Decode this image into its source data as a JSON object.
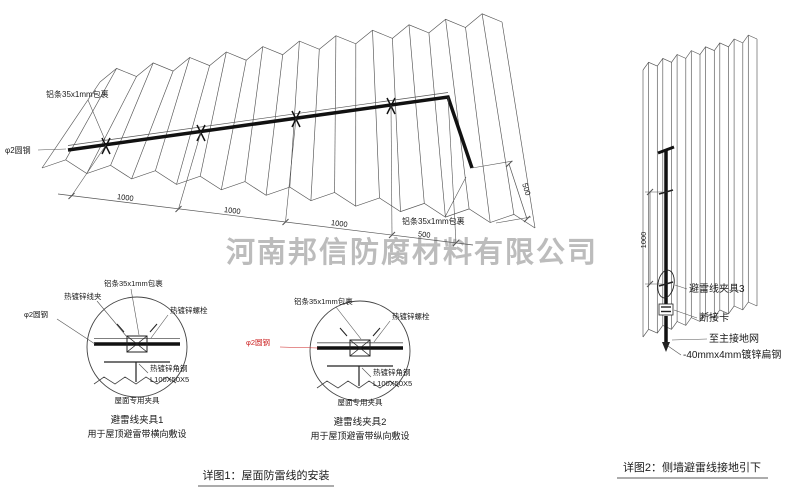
{
  "watermark": "河南邦信防腐材料有限公司",
  "colors": {
    "line": "#3a3a3a",
    "red": "#cc2222",
    "watermark": "#b5b5b5"
  },
  "figure1": {
    "caption": "详图1：屋面防雷线的安装",
    "labels": {
      "strip_top": "铝条35x1mm包裹",
      "strip_right": "铝条35x1mm包裹",
      "rod": "φ2圆钢"
    },
    "dims": [
      "1000",
      "1000",
      "1000",
      "500"
    ],
    "dim_right": "500",
    "detail1": {
      "title": "避雷线夹具1",
      "subtitle": "用于屋顶避雷带横向敷设",
      "labels": {
        "strip": "铝条35x1mm包裹",
        "clamp": "热镀锌线夹",
        "bolt": "热镀锌螺栓",
        "rod": "φ2圆钢",
        "angle": "热镀锌角钢",
        "angle_size": "L100X50X5",
        "fixture": "屋面专用夹具"
      }
    },
    "detail2": {
      "title": "避雷线夹具2",
      "subtitle": "用于屋顶避雷带纵向敷设",
      "labels": {
        "strip": "铝条35x1mm包裹",
        "bolt": "热镀锌螺栓",
        "rod": "φ2圆钢",
        "angle": "热镀锌角钢",
        "angle_size": "L100X50X5",
        "fixture": "屋面专用夹具"
      }
    }
  },
  "figure2": {
    "caption": "详图2：侧墙避雷线接地引下",
    "dim": "1000",
    "labels": {
      "clamp3": "避雷线夹具3",
      "disconnect": "断接卡",
      "to_ground": "至主接地网",
      "flat_steel": "-40mmx4mm镀锌扁钢"
    }
  }
}
